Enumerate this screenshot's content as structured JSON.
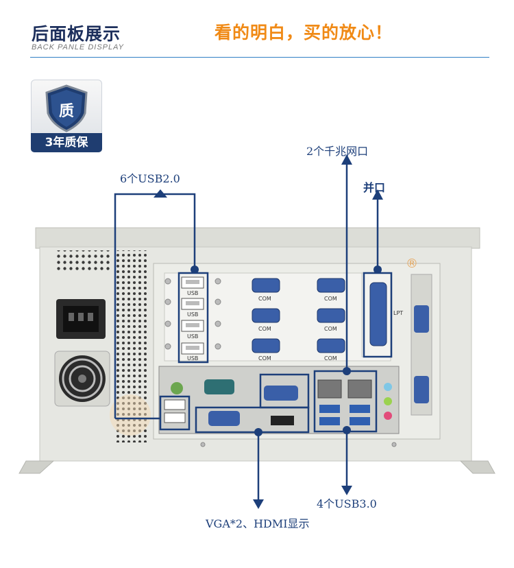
{
  "header": {
    "title": "后面板展示",
    "subtitle": "BACK PANLE DISPLAY",
    "slogan": "看的明白，买的放心！"
  },
  "badge": {
    "shield_text": "质",
    "caption": "3年质保"
  },
  "callouts": {
    "usb2": "6个USB2.0",
    "lan": "2个千兆网口",
    "lpt": "并口",
    "usb3": "4个USB3.0",
    "video": "VGA*2、HDMI显示"
  },
  "panel": {
    "usb_labels": [
      "USB",
      "USB",
      "USB",
      "USB"
    ],
    "com_labels": [
      "COM",
      "COM",
      "COM",
      "COM",
      "COM",
      "COM"
    ],
    "lpt_label": "LPT",
    "reg_mark": "®"
  },
  "colors": {
    "title": "#1d2f5c",
    "slogan": "#f08a16",
    "accent_line": "#2f7fc5",
    "callout": "#1d3f7a",
    "chassis": "#e4e5e0",
    "connector_blue": "#3a5fa8"
  }
}
